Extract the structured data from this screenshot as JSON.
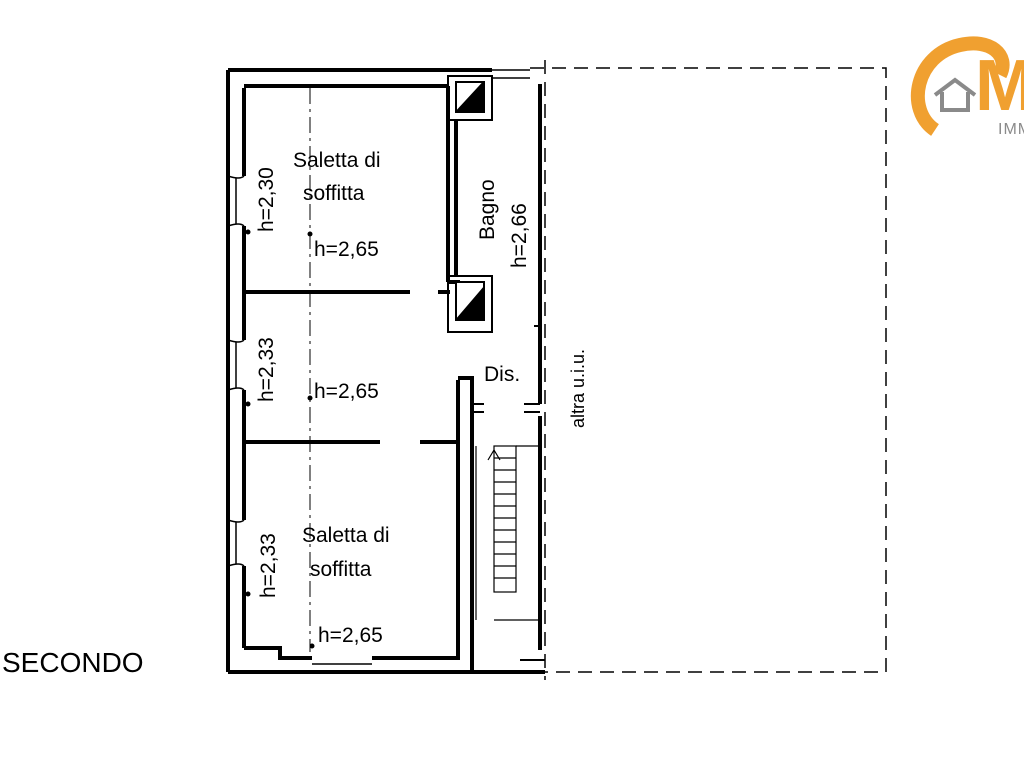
{
  "floor_label": "SECONDO",
  "rooms": [
    {
      "name_line1": "Saletta di",
      "name_line2": "soffitta",
      "height": "h=2,65",
      "wall_height": "h=2,30"
    },
    {
      "height": "h=2,65",
      "wall_height": "h=2,33"
    },
    {
      "name_line1": "Saletta di",
      "name_line2": "soffitta",
      "height": "h=2,65",
      "wall_height": "h=2,33"
    }
  ],
  "bagno": {
    "name": "Bagno",
    "height": "h=2,66"
  },
  "disimpegno": "Dis.",
  "adjacent_unit": "altra u.i.u.",
  "logo": {
    "letter": "M",
    "subtext": "IMM"
  },
  "colors": {
    "line": "#000000",
    "logo_orange": "#f0a030",
    "logo_gray": "#8a8a8a"
  }
}
